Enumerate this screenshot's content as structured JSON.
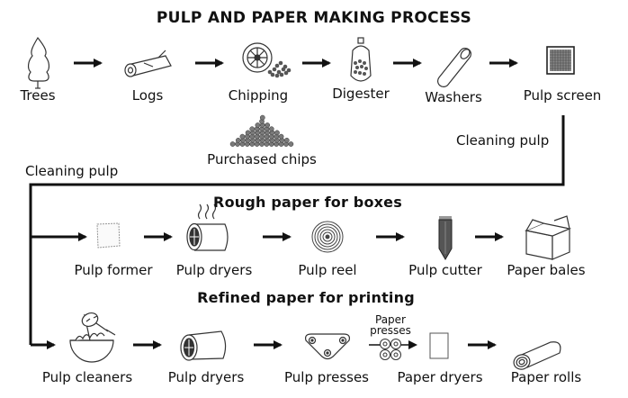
{
  "title": "PULP AND PAPER MAKING PROCESS",
  "row1": {
    "trees": "Trees",
    "logs": "Logs",
    "chipping": "Chipping",
    "digester": "Digester",
    "washers": "Washers",
    "pulp_screen": "Pulp screen"
  },
  "purchased_chips": "Purchased chips",
  "cleaning_pulp_right": "Cleaning pulp",
  "cleaning_pulp_left": "Cleaning pulp",
  "rough_heading": "Rough paper for boxes",
  "row2": {
    "pulp_former": "Pulp former",
    "pulp_dryers": "Pulp dryers",
    "pulp_reel": "Pulp reel",
    "pulp_cutter": "Pulp cutter",
    "paper_bales": "Paper bales"
  },
  "refined_heading": "Refined paper for printing",
  "row3": {
    "pulp_cleaners": "Pulp cleaners",
    "pulp_dryers": "Pulp dryers",
    "pulp_presses": "Pulp presses",
    "paper_presses_line1": "Paper",
    "paper_presses_line2": "presses",
    "paper_dryers": "Paper dryers",
    "paper_rolls": "Paper rolls"
  }
}
